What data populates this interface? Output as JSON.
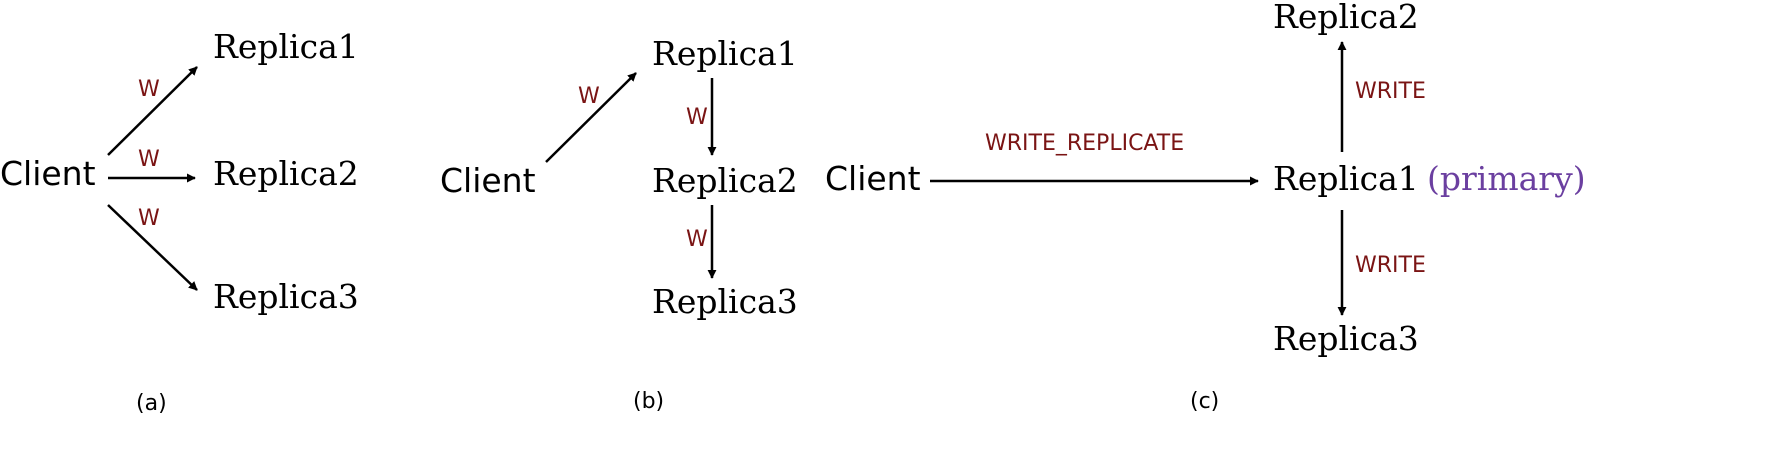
{
  "colors": {
    "edge_label": "#7a1414",
    "primary_note": "#6b3fa0",
    "line": "#000000"
  },
  "panel_a": {
    "client": "Client",
    "replica1": "Replica1",
    "replica2": "Replica2",
    "replica3": "Replica3",
    "label_r1": "W",
    "label_r2": "W",
    "label_r3": "W",
    "caption": "(a)"
  },
  "panel_b": {
    "client": "Client",
    "replica1": "Replica1",
    "replica2": "Replica2",
    "replica3": "Replica3",
    "label_client_r1": "W",
    "label_r1_r2": "W",
    "label_r2_r3": "W",
    "caption": "(b)"
  },
  "panel_c": {
    "client": "Client",
    "replica1": "Replica1",
    "primary_note": "(primary)",
    "replica2": "Replica2",
    "replica3": "Replica3",
    "label_client_r1": "WRITE_REPLICATE",
    "label_r1_r2": "WRITE",
    "label_r1_r3": "WRITE",
    "caption": "(c)"
  }
}
